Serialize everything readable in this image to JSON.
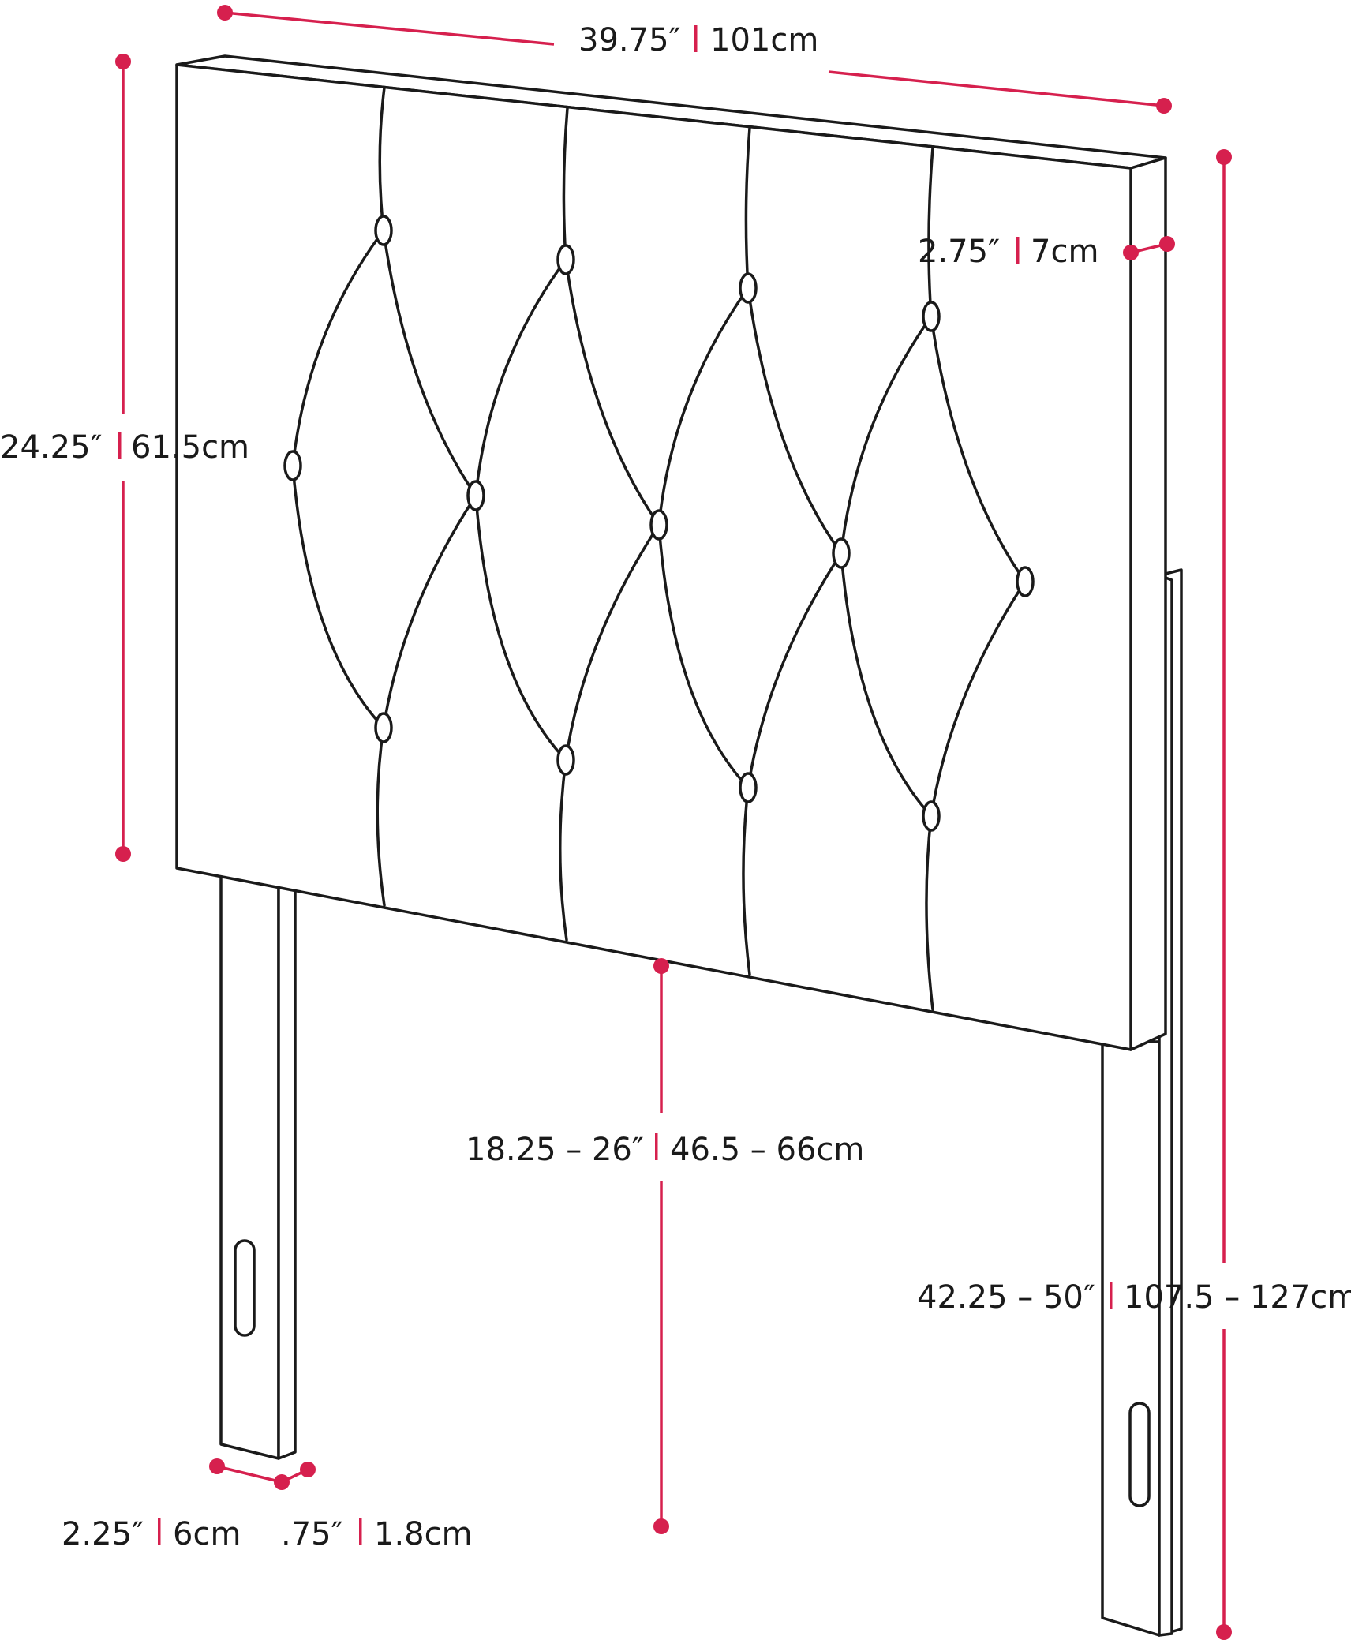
{
  "accent_color": "#d6204e",
  "line_color": "#1a1a1a",
  "dimensions": {
    "width": {
      "imperial": "39.75″",
      "metric": "101cm"
    },
    "depth": {
      "imperial": "2.75″",
      "metric": "7cm"
    },
    "panel_height": {
      "imperial": "24.25″",
      "metric": "61.5cm"
    },
    "leg_height": {
      "imperial": "18.25 – 26″",
      "metric": "46.5 – 66cm"
    },
    "total_height": {
      "imperial": "42.25 – 50″",
      "metric": "107.5 – 127cm"
    },
    "leg_width": {
      "imperial": "2.25″",
      "metric": "6cm"
    },
    "leg_thickness": {
      "imperial": ".75″",
      "metric": "1.8cm"
    }
  }
}
